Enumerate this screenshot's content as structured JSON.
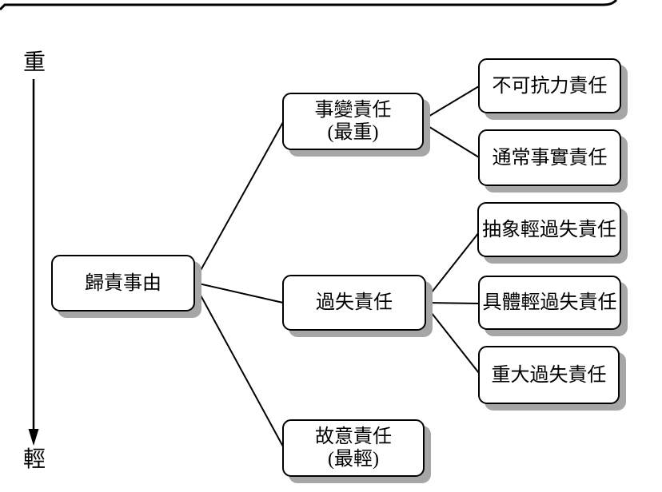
{
  "diagram": {
    "type": "tree",
    "language": "zh-Hant",
    "scale": {
      "heavy": "重",
      "light": "輕",
      "direction": "top-heavy-to-bottom-light"
    },
    "nodes": {
      "root": {
        "label": "歸責事由"
      },
      "shibian": {
        "label": "事變責任",
        "sublabel": "(最重)"
      },
      "guoshi": {
        "label": "過失責任"
      },
      "guyi": {
        "label": "故意責任",
        "sublabel": "(最輕)"
      },
      "bukekangli": {
        "label": "不可抗力責任"
      },
      "tongchang": {
        "label": "通常事實責任"
      },
      "chouxiang": {
        "label": "抽象輕過失責任"
      },
      "juti": {
        "label": "具體輕過失責任"
      },
      "zhongda": {
        "label": "重大過失責任"
      }
    },
    "edges": [
      {
        "from": "root",
        "to": "shibian"
      },
      {
        "from": "root",
        "to": "guoshi"
      },
      {
        "from": "root",
        "to": "guyi"
      },
      {
        "from": "shibian",
        "to": "bukekangli"
      },
      {
        "from": "shibian",
        "to": "tongchang"
      },
      {
        "from": "guoshi",
        "to": "chouxiang"
      },
      {
        "from": "guoshi",
        "to": "juti"
      },
      {
        "from": "guoshi",
        "to": "zhongda"
      }
    ],
    "colors": {
      "background": "#ffffff",
      "stroke": "#000000",
      "box_fill": "#ffffff",
      "box_border": "#000000",
      "box_shadow": "#a6a6a6"
    }
  }
}
